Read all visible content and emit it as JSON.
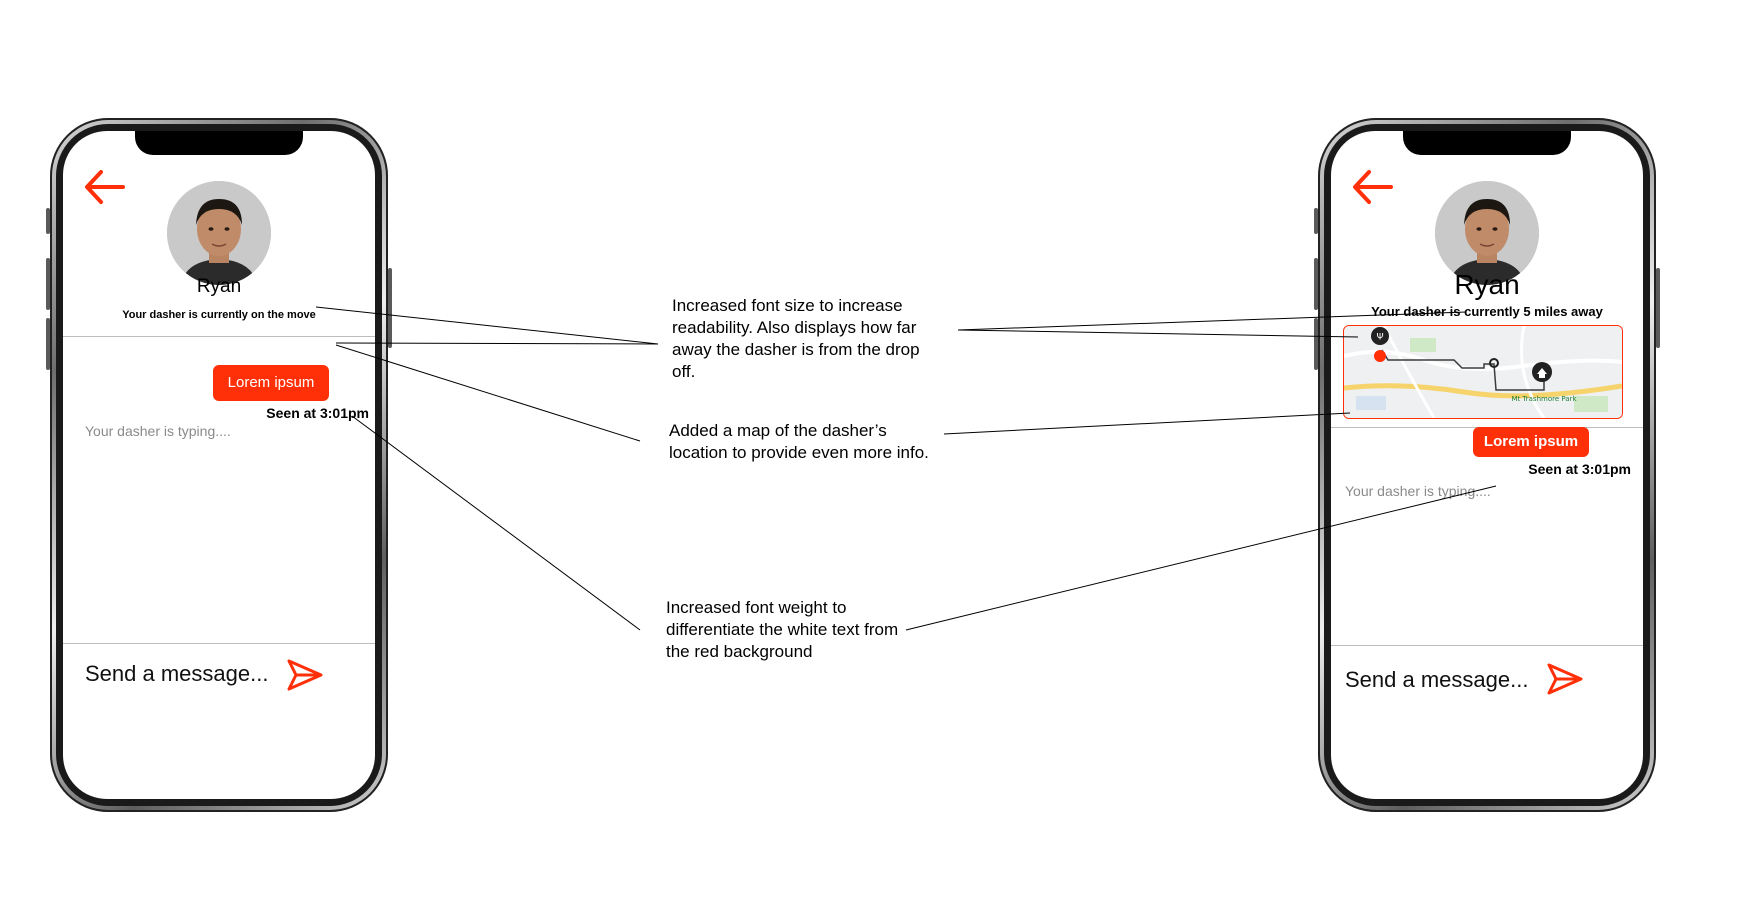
{
  "colors": {
    "accent": "#ff3008",
    "text": "#000000",
    "muted": "#8a8a8a"
  },
  "before": {
    "name": "Ryan",
    "status": "Your dasher is currently on the move",
    "bubble": "Lorem ipsum",
    "seen": "Seen at 3:01pm",
    "typing": "Your dasher is typing....",
    "input_placeholder": "Send a message..."
  },
  "after": {
    "name": "Ryan",
    "status": "Your dasher is currently 5 miles away",
    "map_label": "Mt Trashmore Park",
    "bubble": "Lorem ipsum",
    "seen": "Seen at 3:01pm",
    "typing": "Your dasher is typing....",
    "input_placeholder": "Send a message..."
  },
  "annotations": {
    "font_size": "Increased font size to increase readability. Also displays how far away the dasher is from the drop off.",
    "map": "Added a map of the dasher’s location to provide even more info.",
    "font_weight": "Increased font weight to differentiate the white text from the red background"
  }
}
